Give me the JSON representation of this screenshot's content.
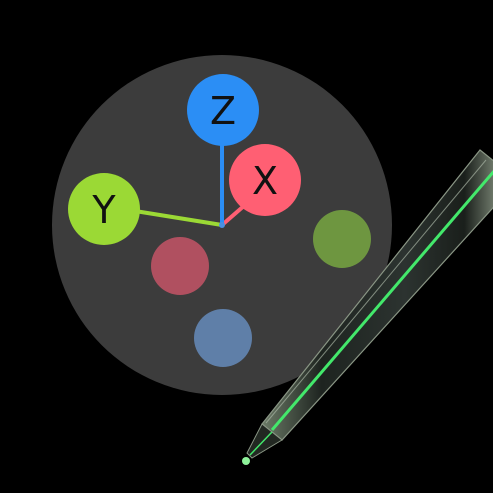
{
  "gizmo": {
    "axes": {
      "x": {
        "label": "X",
        "color": "#ff5f73"
      },
      "y": {
        "label": "Y",
        "color": "#9bd935"
      },
      "z": {
        "label": "Z",
        "color": "#2b8ef5"
      }
    },
    "negative_axes": {
      "neg_x": {
        "color": "#b05060"
      },
      "neg_y": {
        "color": "#6e9640"
      },
      "neg_z": {
        "color": "#5f7fa8"
      }
    },
    "background_color": "#3c3c3c",
    "origin_color": "#4a90e2"
  },
  "stylus": {
    "body_color": "#2a2e2a",
    "accent_color": "#43e86b",
    "tip_color": "#8ef29a"
  }
}
